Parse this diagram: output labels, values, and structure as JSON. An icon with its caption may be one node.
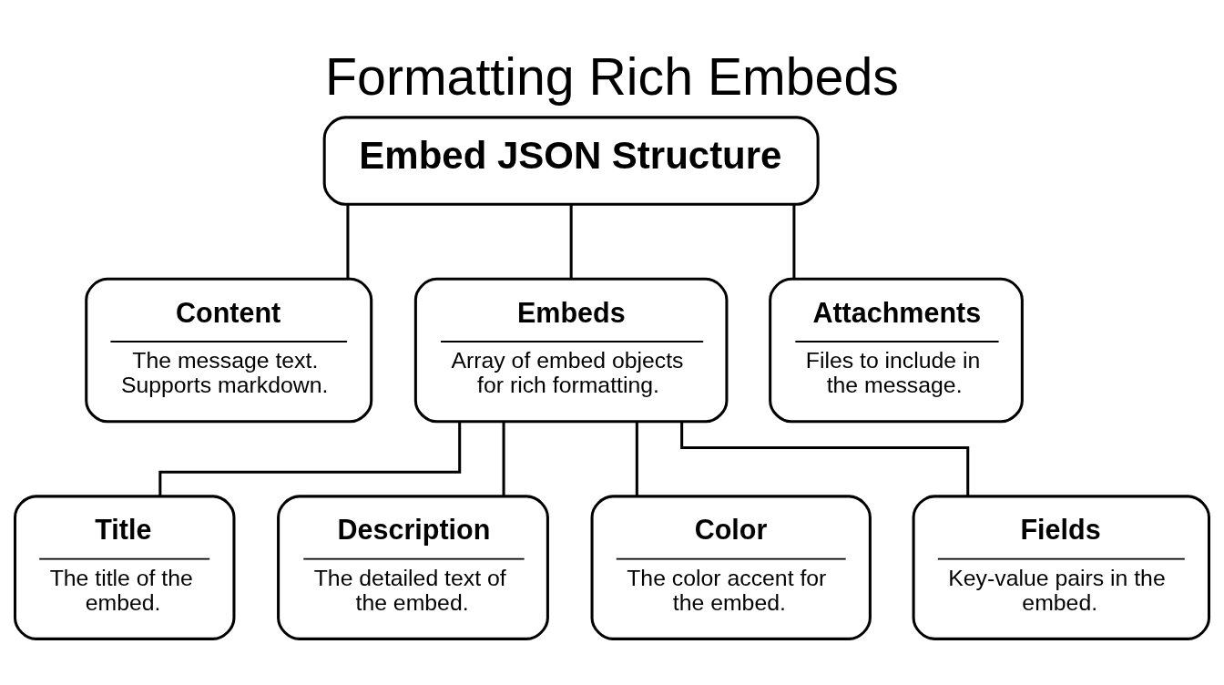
{
  "diagram": {
    "title": "Formatting Rich Embeds",
    "nodes": [
      {
        "text": [
          "Embed JSON Structure"
        ]
      },
      {
        "text": [
          "Content",
          "The message text. Supports markdown."
        ]
      },
      {
        "text": [
          "Embeds",
          "Array of embed objects for rich formatting."
        ]
      },
      {
        "text": [
          "Attachments",
          "Files to include in the message."
        ]
      },
      {
        "text": [
          "Title",
          "The title of the embed."
        ]
      },
      {
        "text": [
          "Description",
          "The detailed text of the embed."
        ]
      },
      {
        "text": [
          "Color",
          "The color accent for the embed."
        ]
      },
      {
        "text": [
          "Fields",
          "Key-value pairs in the embed."
        ]
      }
    ],
    "edges": [
      {
        "from": 0,
        "to": 1,
        "arrow": "none"
      },
      {
        "from": 0,
        "to": 2,
        "arrow": "none"
      },
      {
        "from": 0,
        "to": 3,
        "arrow": "none"
      },
      {
        "from": 2,
        "to": 4,
        "arrow": "none"
      },
      {
        "from": 2,
        "to": 5,
        "arrow": "none"
      },
      {
        "from": 2,
        "to": 6,
        "arrow": "none"
      },
      {
        "from": 2,
        "to": 7,
        "arrow": "none"
      }
    ]
  }
}
